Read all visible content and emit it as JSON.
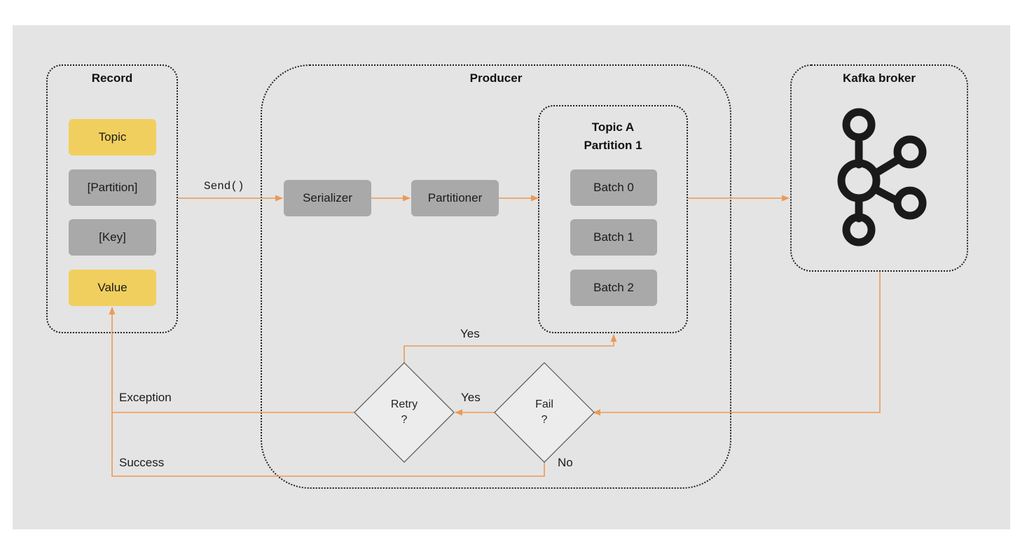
{
  "record": {
    "title": "Record",
    "fields": [
      {
        "label": "Topic",
        "style": "yellow"
      },
      {
        "label": "[Partition]",
        "style": "gray"
      },
      {
        "label": "[Key]",
        "style": "gray"
      },
      {
        "label": "Value",
        "style": "yellow"
      }
    ]
  },
  "producer": {
    "title": "Producer",
    "send_label": "Send()",
    "serializer": "Serializer",
    "partitioner": "Partitioner",
    "topic_partition": {
      "title_line1": "Topic A",
      "title_line2": "Partition 1",
      "batches": [
        "Batch 0",
        "Batch 1",
        "Batch 2"
      ]
    },
    "retry": {
      "line1": "Retry",
      "line2": "?"
    },
    "fail": {
      "line1": "Fail",
      "line2": "?"
    }
  },
  "broker": {
    "title": "Kafka broker",
    "logo_icon": "kafka-logo-icon"
  },
  "edges": {
    "retry_yes": "Yes",
    "fail_yes": "Yes",
    "fail_no": "No",
    "exception": "Exception",
    "success": "Success"
  },
  "colors": {
    "background": "#e4e4e4",
    "arrow": "#ec9a56",
    "highlight_field": "#f1cf5e",
    "neutral_field": "#a9a9a9",
    "border": "#1f1f1f"
  }
}
